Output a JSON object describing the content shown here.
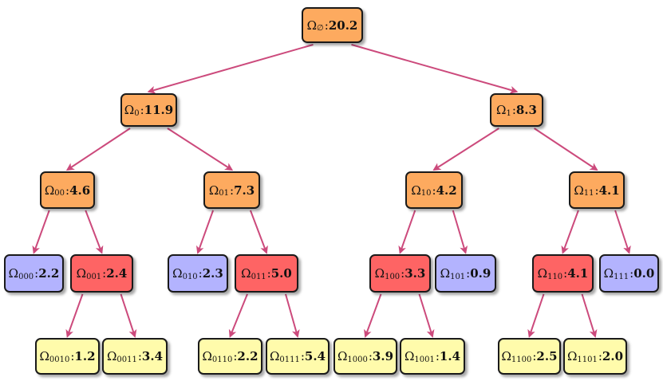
{
  "colors": {
    "orange": "#fdaa5f",
    "red": "#fe6464",
    "blue": "#b3b3fe",
    "yellow": "#fffbab",
    "edge": "#cc4a7c"
  },
  "nodes": [
    {
      "id": "root",
      "sym": "Ω",
      "sub": "∅",
      "sep": ":",
      "val": "20.2",
      "color": "orange"
    },
    {
      "id": "0",
      "sym": "Ω",
      "sub": "0",
      "sep": ":",
      "val": "11.9",
      "color": "orange"
    },
    {
      "id": "1",
      "sym": "Ω",
      "sub": "1",
      "sep": ":",
      "val": "8.3",
      "color": "orange"
    },
    {
      "id": "00",
      "sym": "Ω",
      "sub": "00",
      "sep": ":",
      "val": "4.6",
      "color": "orange"
    },
    {
      "id": "01",
      "sym": "Ω",
      "sub": "01",
      "sep": ":",
      "val": "7.3",
      "color": "orange"
    },
    {
      "id": "10",
      "sym": "Ω",
      "sub": "10",
      "sep": ":",
      "val": "4.2",
      "color": "orange"
    },
    {
      "id": "11",
      "sym": "Ω",
      "sub": "11",
      "sep": ":",
      "val": "4.1",
      "color": "orange"
    },
    {
      "id": "000",
      "sym": "Ω",
      "sub": "000",
      "sep": ":",
      "val": "2.2",
      "color": "blue"
    },
    {
      "id": "001",
      "sym": "Ω",
      "sub": "001",
      "sep": ":",
      "val": "2.4",
      "color": "red"
    },
    {
      "id": "010",
      "sym": "Ω",
      "sub": "010",
      "sep": ":",
      "val": "2.3",
      "color": "blue"
    },
    {
      "id": "011",
      "sym": "Ω",
      "sub": "011",
      "sep": ":",
      "val": "5.0",
      "color": "red"
    },
    {
      "id": "100",
      "sym": "Ω",
      "sub": "100",
      "sep": ":",
      "val": "3.3",
      "color": "red"
    },
    {
      "id": "101",
      "sym": "Ω",
      "sub": "101",
      "sep": ":",
      "val": "0.9",
      "color": "blue"
    },
    {
      "id": "110",
      "sym": "Ω",
      "sub": "110",
      "sep": ":",
      "val": "4.1",
      "color": "red"
    },
    {
      "id": "111",
      "sym": "Ω",
      "sub": "111",
      "sep": ":",
      "val": "0.0",
      "color": "blue"
    },
    {
      "id": "0010",
      "sym": "Ω",
      "sub": "0010",
      "sep": ":",
      "val": "1.2",
      "color": "yellow"
    },
    {
      "id": "0011",
      "sym": "Ω",
      "sub": "0011",
      "sep": ":",
      "val": "3.4",
      "color": "yellow"
    },
    {
      "id": "0110",
      "sym": "Ω",
      "sub": "0110",
      "sep": ":",
      "val": "2.2",
      "color": "yellow"
    },
    {
      "id": "0111",
      "sym": "Ω",
      "sub": "0111",
      "sep": ":",
      "val": "5.4",
      "color": "yellow"
    },
    {
      "id": "1000",
      "sym": "Ω",
      "sub": "1000",
      "sep": ":",
      "val": "3.9",
      "color": "yellow"
    },
    {
      "id": "1001",
      "sym": "Ω",
      "sub": "1001",
      "sep": ":",
      "val": "1.4",
      "color": "yellow"
    },
    {
      "id": "1100",
      "sym": "Ω",
      "sub": "1100",
      "sep": ":",
      "val": "2.5",
      "color": "yellow"
    },
    {
      "id": "1101",
      "sym": "Ω",
      "sub": "1101",
      "sep": ":",
      "val": "2.0",
      "color": "yellow"
    }
  ],
  "edges": [
    [
      "root",
      "0"
    ],
    [
      "root",
      "1"
    ],
    [
      "0",
      "00"
    ],
    [
      "0",
      "01"
    ],
    [
      "1",
      "10"
    ],
    [
      "1",
      "11"
    ],
    [
      "00",
      "000"
    ],
    [
      "00",
      "001"
    ],
    [
      "01",
      "010"
    ],
    [
      "01",
      "011"
    ],
    [
      "10",
      "100"
    ],
    [
      "10",
      "101"
    ],
    [
      "11",
      "110"
    ],
    [
      "11",
      "111"
    ],
    [
      "001",
      "0010"
    ],
    [
      "001",
      "0011"
    ],
    [
      "011",
      "0110"
    ],
    [
      "011",
      "0111"
    ],
    [
      "100",
      "1000"
    ],
    [
      "100",
      "1001"
    ],
    [
      "110",
      "1100"
    ],
    [
      "110",
      "1101"
    ]
  ]
}
